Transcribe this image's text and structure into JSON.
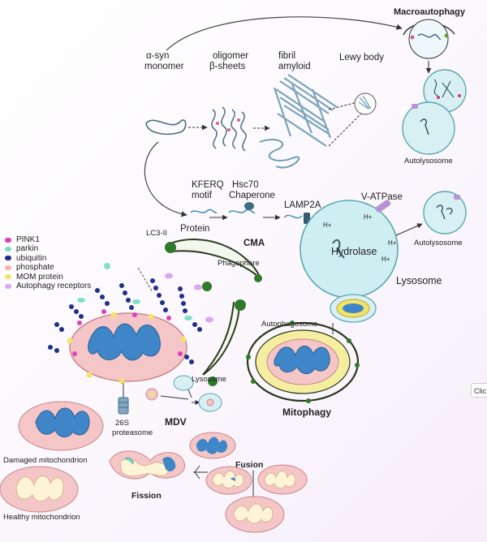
{
  "labels": {
    "macroautophagy": "Macroautophagy",
    "asyn_monomer_1": "α-syn",
    "asyn_monomer_2": "monomer",
    "oligomer_1": "oligomer",
    "oligomer_2": "β-sheets",
    "fibril_1": "fibril",
    "fibril_2": "amyloid",
    "lewy_body": "Lewy body",
    "autolysosome_top": "Autolysosome",
    "kferq_1": "KFERQ",
    "kferq_2": "motif",
    "hsc70_1": "Hsc70",
    "hsc70_2": "Chaperone",
    "lamp2a": "LAMP2A",
    "v_atpase": "V-ATPase",
    "protein": "Protein",
    "cma": "CMA",
    "hydrolase": "Hydrolase",
    "h_plus": "H+",
    "autolysosome_right": "Autolysosome",
    "lysosome_big": "Lysosome",
    "lc3": "LC3-II",
    "phagophore": "Phagophore",
    "autophagosome": "Autophagosome",
    "mitophagy": "Mitophagy",
    "lysosome_small": "Lysosome",
    "mdv": "MDV",
    "proteasome_1": "26S",
    "proteasome_2": "proteasome",
    "damaged": "Damaged mitochondrion",
    "healthy": "Healthy mitochondrion",
    "fission": "Fission",
    "fusion": "Fusion",
    "edge_tab": "Clic"
  },
  "legend": [
    {
      "label": "PINK1",
      "color": "#e040b8"
    },
    {
      "label": "parkin",
      "color": "#7fe0c8"
    },
    {
      "label": "ubiquitin",
      "color": "#1f2f8a"
    },
    {
      "label": "phosphate",
      "color": "#f6b8a8"
    },
    {
      "label": "MOM protein",
      "color": "#f2e46a"
    },
    {
      "label": "Autophagy receptors",
      "color": "#d8a8f0"
    }
  ],
  "colors": {
    "lysosome_fill": "#cfeef2",
    "lysosome_stroke": "#5aa7b2",
    "mito_outer": "#f4c6c8",
    "mito_inner": "#3f86c8",
    "healthy_inner": "#fff4d8",
    "phagophore": "#2b3a1c",
    "lc3_dot": "#2f7a2a"
  }
}
